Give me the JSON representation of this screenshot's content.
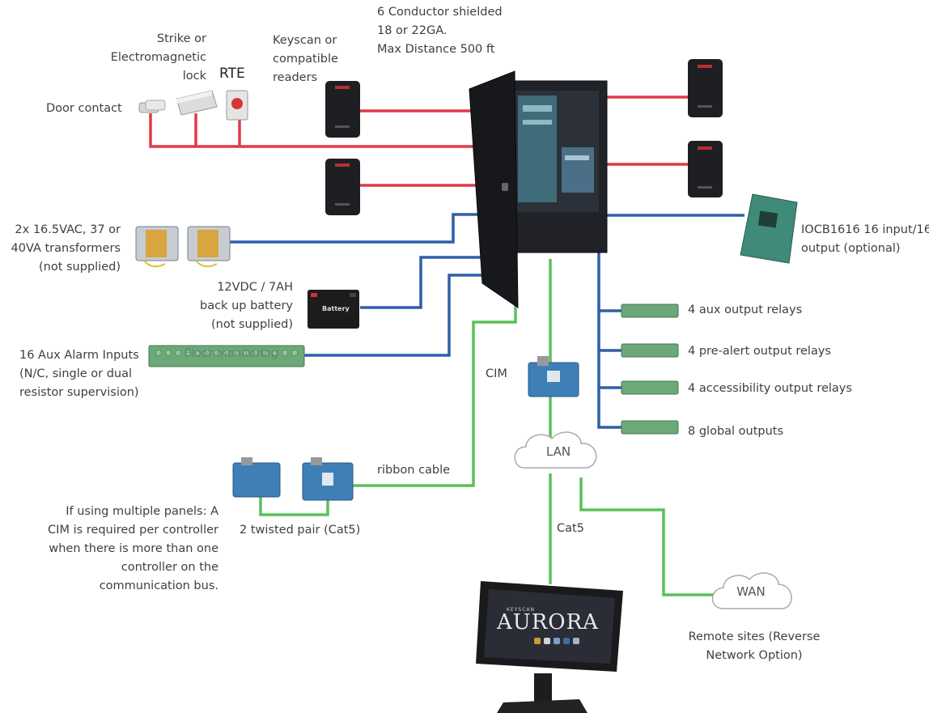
{
  "labels": {
    "cable_spec": [
      "6 Conductor shielded",
      "18 or 22GA.",
      "Max Distance 500 ft"
    ],
    "strike": [
      "Strike or",
      "Electromagnetic",
      "lock"
    ],
    "rte": "RTE",
    "keyscan_readers": [
      "Keyscan or",
      "compatible",
      "readers"
    ],
    "door_contact": "Door contact",
    "transformers": [
      "2x 16.5VAC, 37 or",
      "40VA transformers",
      "(not supplied)"
    ],
    "battery": [
      "12VDC / 7AH",
      "back up battery",
      "(not supplied)"
    ],
    "aux_inputs": [
      "16 Aux Alarm Inputs",
      "(N/C, single or dual",
      "resistor supervision)"
    ],
    "floor_monitoring": "Floor monitoring",
    "iocb": [
      "IOCB1616 16 input/16",
      "output (optional)"
    ],
    "aux_relays": "4 aux output relays",
    "prealert_relays": "4 pre-alert output relays",
    "access_relays": "4 accessibility output relays",
    "global_outputs": "8 global outputs",
    "cim": "CIM",
    "lan": "LAN",
    "ribbon": "ribbon cable",
    "twisted_pair": "2 twisted pair (Cat5)",
    "multiple_panels": [
      "If using multiple panels: A",
      "CIM is required per controller",
      "when there is more than one",
      "controller on the",
      "communication bus."
    ],
    "cat5": "Cat5",
    "wan": "WAN",
    "remote_sites": [
      "Remote sites (Reverse",
      "Network Option)"
    ],
    "monitor_brand": "KEYSCAN",
    "monitor_title": "AURORA",
    "battery_brand": "Battery"
  },
  "colors": {
    "red_wire": "#e03a4a",
    "blue_wire": "#2f5fa8",
    "green_wire": "#5cc05a",
    "cabinet": "#1d1f24",
    "terminal_green": "#6ca878"
  }
}
